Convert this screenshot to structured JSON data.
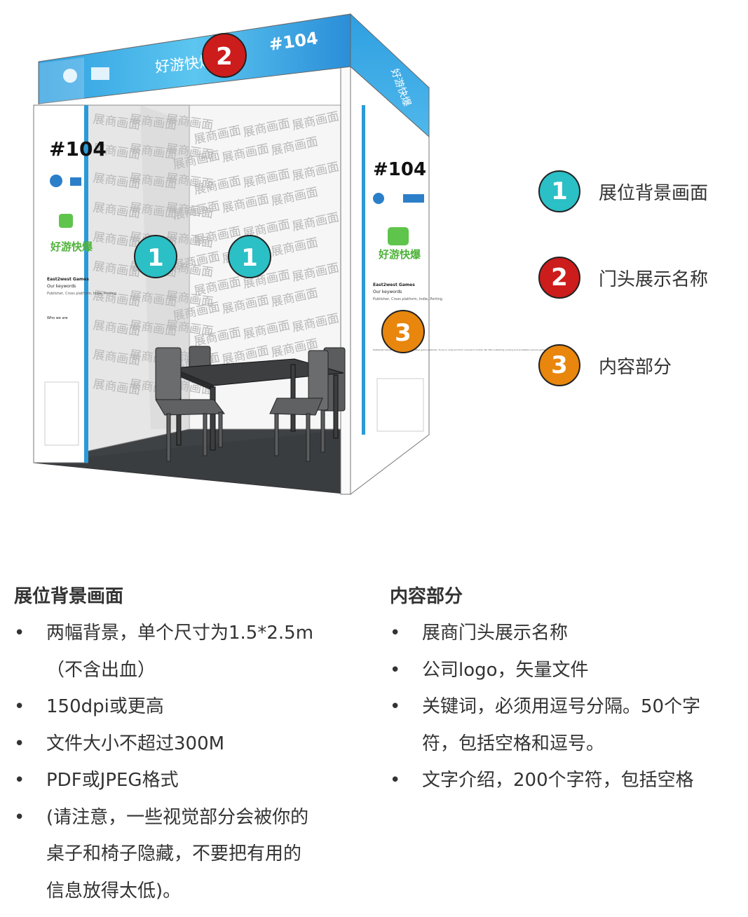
{
  "booth": {
    "number": "#104",
    "header_text": "好游快爆",
    "wall_watermark": "展商画面",
    "panel_company": "East2west Games",
    "panel_keywords_title": "Our keywords",
    "panel_keywords": "Publisher, Cross platform, Indie, Porting",
    "panel_who_title": "Who we are",
    "panel_desc": "East2west Games is a respected and trusted game publisher, focus on indie and from console to mobile. We offer publishing, porting and localization service globally across all platform."
  },
  "markers": {
    "m1": "1",
    "m2": "2",
    "m3": "3"
  },
  "legend": [
    {
      "number": "1",
      "label": "展位背景画面",
      "color": "#2bbfc6"
    },
    {
      "number": "2",
      "label": "门头展示名称",
      "color": "#cc1c1c"
    },
    {
      "number": "3",
      "label": "内容部分",
      "color": "#e8860d"
    }
  ],
  "left_section": {
    "title": "展位背景画面",
    "bullet": "•",
    "items": [
      "两幅背景，单个尺寸为1.5*2.5m",
      "（不含出血）",
      "150dpi或更高",
      "文件大小不超过300M",
      "PDF或JPEG格式",
      "(请注意，一些视觉部分会被你的",
      "桌子和椅子隐藏，不要把有用的",
      "信息放得太低)。"
    ]
  },
  "right_section": {
    "title": "内容部分",
    "bullet": "•",
    "items": [
      "展商门头展示名称",
      "公司logo，矢量文件",
      "关键词，必须用逗号分隔。50个字",
      "符，包括空格和逗号。",
      "文字介绍，200个字符，包括空格"
    ]
  }
}
